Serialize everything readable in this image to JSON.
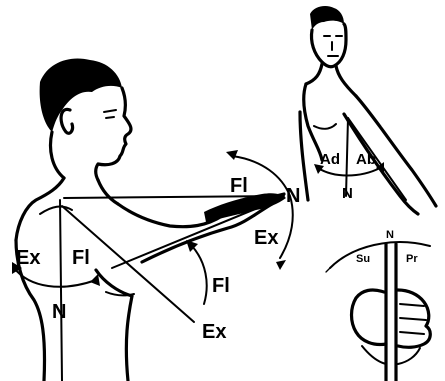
{
  "main_figure": {
    "labels": {
      "shoulder_extension_left": "Ex",
      "shoulder_flexion_left": "Fl",
      "neutral_body": "N",
      "elbow_flexion_hand": "Fl",
      "neutral_hand": "N",
      "elbow_extension_hand": "Ex",
      "forearm_flexion": "Fl",
      "forearm_extension": "Ex"
    }
  },
  "shoulder_figure": {
    "labels": {
      "adduction": "Ad",
      "abduction": "Ab",
      "neutral": "N"
    }
  },
  "hand_figure": {
    "labels": {
      "neutral": "N",
      "supination": "Su",
      "pronation": "Pr"
    }
  }
}
